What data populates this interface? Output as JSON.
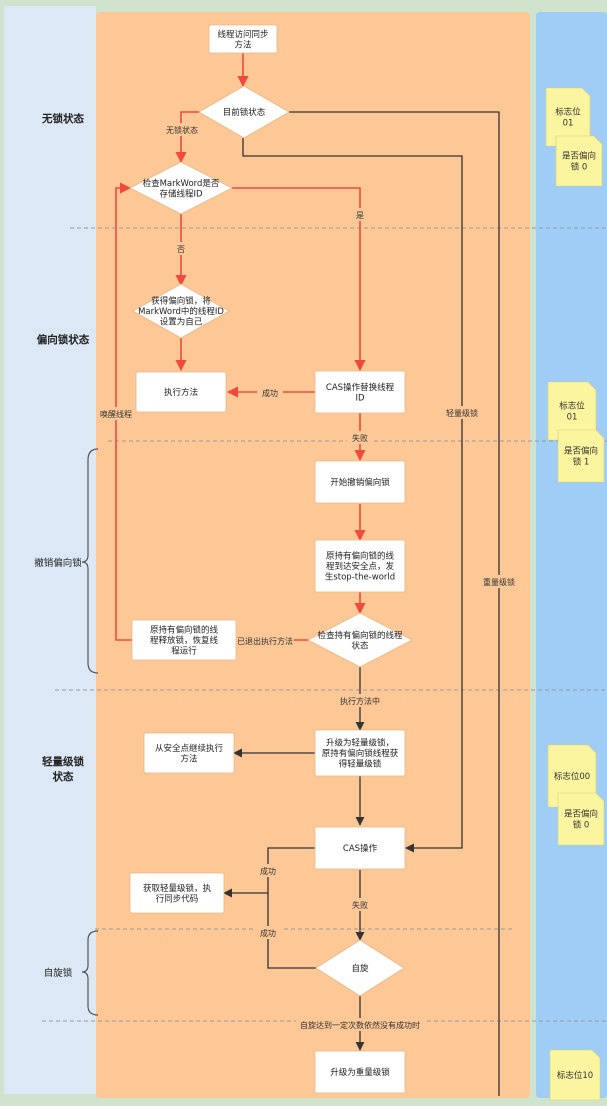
{
  "diagram": {
    "colors": {
      "page_bg": "#cfe3cd",
      "left_lane": "#dce8f6",
      "main_lane": "#fdc796",
      "right_lane": "#9fcdf5",
      "box_fill": "#ffffff",
      "note_fill": "#fbf5a0",
      "red_arrow": "#f04a3a",
      "dark_arrow": "#333333",
      "divider": "#9a9a9a"
    },
    "sections": [
      {
        "id": "no-lock",
        "label": "无锁状态"
      },
      {
        "id": "biased",
        "label": "偏向锁状态"
      },
      {
        "id": "revoke",
        "label": "撤销偏向锁"
      },
      {
        "id": "lightweight",
        "label": "轻量级锁状态"
      },
      {
        "id": "spin",
        "label": "自旋锁"
      }
    ],
    "nodes": [
      {
        "id": "start",
        "shape": "rect",
        "text": "线程访问同步方法"
      },
      {
        "id": "current",
        "shape": "diamond",
        "text": "目前锁状态"
      },
      {
        "id": "check",
        "shape": "diamond",
        "text": "检查MarkWord是否存储线程ID"
      },
      {
        "id": "acquire",
        "shape": "diamond",
        "text": "获得偏向锁，将MarkWord中的线程ID设置为自己"
      },
      {
        "id": "exec",
        "shape": "rect",
        "text": "执行方法"
      },
      {
        "id": "cas1",
        "shape": "rect",
        "text": "CAS操作替换线程ID"
      },
      {
        "id": "revokestart",
        "shape": "rect",
        "text": "开始撤销偏向锁"
      },
      {
        "id": "safepoint",
        "shape": "rect",
        "text": "原持有偏向锁的线程到达安全点，发生stop-the-world"
      },
      {
        "id": "release",
        "shape": "rect",
        "text": "原持有偏向锁的线程释放锁，恢复线程运行"
      },
      {
        "id": "checkstate",
        "shape": "diamond",
        "text": "检查持有偏向锁的线程状态"
      },
      {
        "id": "upgradelight",
        "shape": "rect",
        "text": "升级为轻量级锁，原持有偏向锁线程获得轻量级锁"
      },
      {
        "id": "continue",
        "shape": "rect",
        "text": "从安全点继续执行方法"
      },
      {
        "id": "cas2",
        "shape": "rect",
        "text": "CAS操作"
      },
      {
        "id": "getlight",
        "shape": "rect",
        "text": "获取轻量级锁，执行同步代码"
      },
      {
        "id": "spin",
        "shape": "diamond",
        "text": "自旋"
      },
      {
        "id": "heavy",
        "shape": "rect",
        "text": "升级为重量级锁"
      }
    ],
    "edge_labels": {
      "nolock": "无锁状态",
      "yes": "是",
      "no": "否",
      "success": "成功",
      "fail": "失败",
      "wake": "唤醒线程",
      "exited": "已退出执行方法",
      "executing": "执行方法中",
      "light": "轻量级锁",
      "heavy": "重量级锁",
      "success2": "成功",
      "fail2": "失败",
      "success3": "成功",
      "spinfail": "自旋达到一定次数依然没有成功时"
    },
    "notes": [
      {
        "id": "note1a",
        "text": "标志位 01"
      },
      {
        "id": "note1b",
        "text": "是否偏向锁 0"
      },
      {
        "id": "note2a",
        "text": "标志位 01"
      },
      {
        "id": "note2b",
        "text": "是否偏向锁 1"
      },
      {
        "id": "note3a",
        "text": "标志位00"
      },
      {
        "id": "note3b",
        "text": "是否偏向锁 0"
      },
      {
        "id": "note4a",
        "text": "标志位10"
      }
    ]
  }
}
